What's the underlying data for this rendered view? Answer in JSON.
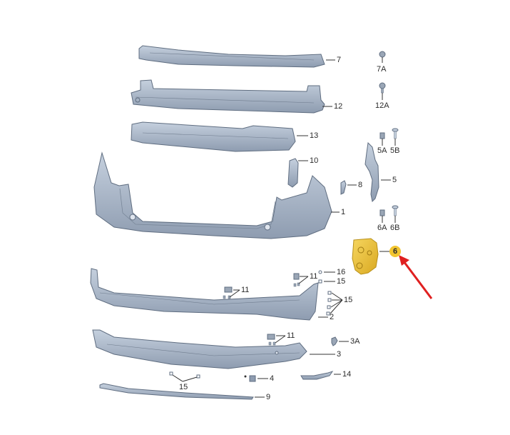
{
  "diagram": {
    "type": "exploded-parts-diagram",
    "subject": "Rear bumper assembly",
    "colors": {
      "part_fill": "#a9b6c8",
      "part_stroke": "#5f6d80",
      "highlight_fill": "#f2c530",
      "highlight_stroke": "#b8901a",
      "arrow": "#e02020",
      "leader": "#333333"
    },
    "parts": [
      {
        "id": "7",
        "label": "7",
        "name": "impact absorber strip (upper)"
      },
      {
        "id": "7A",
        "label": "7A",
        "name": "nut"
      },
      {
        "id": "12",
        "label": "12",
        "name": "bumper reinforcement bar"
      },
      {
        "id": "12A",
        "label": "12A",
        "name": "bolt"
      },
      {
        "id": "13",
        "label": "13",
        "name": "energy absorber"
      },
      {
        "id": "5A",
        "label": "5A",
        "name": "clip"
      },
      {
        "id": "5B",
        "label": "5B",
        "name": "screw"
      },
      {
        "id": "10",
        "label": "10",
        "name": "cover"
      },
      {
        "id": "5",
        "label": "5",
        "name": "side bracket"
      },
      {
        "id": "8",
        "label": "8",
        "name": "guide"
      },
      {
        "id": "1",
        "label": "1",
        "name": "bumper cover"
      },
      {
        "id": "6A",
        "label": "6A",
        "name": "clip"
      },
      {
        "id": "6B",
        "label": "6B",
        "name": "screw"
      },
      {
        "id": "6",
        "label": "6",
        "name": "bracket (highlighted)",
        "highlighted": true
      },
      {
        "id": "16",
        "label": "16",
        "name": "clip"
      },
      {
        "id": "15",
        "label": "15",
        "name": "clip"
      },
      {
        "id": "11",
        "label": "11",
        "name": "sensor holder"
      },
      {
        "id": "2",
        "label": "2",
        "name": "lower spoiler"
      },
      {
        "id": "3A",
        "label": "3A",
        "name": "expanding clip"
      },
      {
        "id": "3",
        "label": "3",
        "name": "diffuser trim"
      },
      {
        "id": "4",
        "label": "4",
        "name": "cap"
      },
      {
        "id": "14",
        "label": "14",
        "name": "trim strip"
      },
      {
        "id": "9",
        "label": "9",
        "name": "moulding strip"
      }
    ],
    "labels": {
      "l7": "7",
      "l7A": "7A",
      "l12": "12",
      "l12A": "12A",
      "l13": "13",
      "l5A": "5A",
      "l5B": "5B",
      "l10": "10",
      "l5": "5",
      "l8": "8",
      "l1": "1",
      "l6A": "6A",
      "l6B": "6B",
      "l6": "6",
      "l16": "16",
      "l15a": "15",
      "l11a": "11",
      "l11b": "11",
      "l15b": "15",
      "l2": "2",
      "l11c": "11",
      "l3A": "3A",
      "l3": "3",
      "l4": "4",
      "l14": "14",
      "l15c": "15",
      "l9": "9"
    }
  }
}
